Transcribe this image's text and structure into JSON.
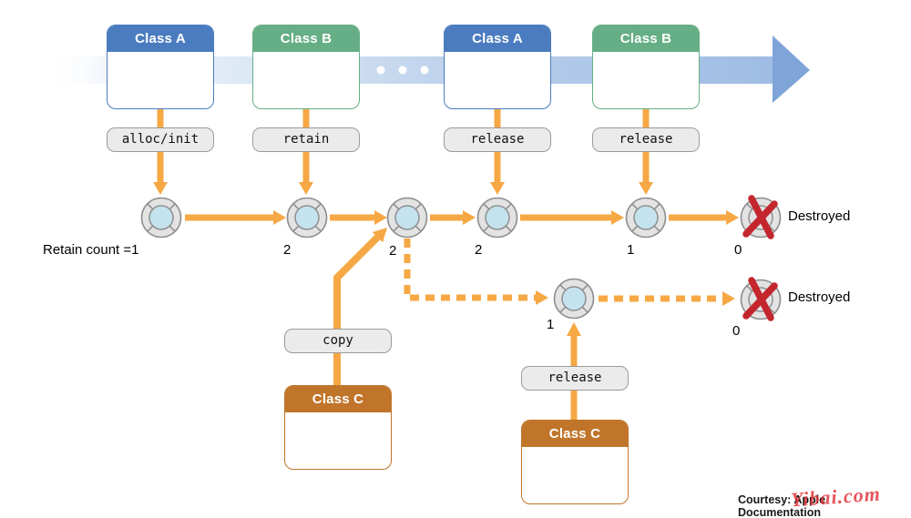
{
  "colors": {
    "class_a_blue": "#4A7CBF",
    "class_b_green": "#66AE85",
    "class_c_brown": "#C0752B",
    "arrow_orange": "#F6A844",
    "timeline_band_blue": "#9FBCE4",
    "timeline_arrowhead_blue": "#7FA5D8",
    "object_icon_gray": "#E3E3E3",
    "object_icon_center_blue": "#C4E3EF",
    "destroyed_x_red": "#C4262E",
    "op_label_gray": "#EBEBEB"
  },
  "class_boxes": {
    "a1": "Class A",
    "b1": "Class B",
    "a2": "Class A",
    "b2": "Class B",
    "c1": "Class C",
    "c2": "Class C"
  },
  "operations": {
    "op1": "alloc/init",
    "op2": "retain",
    "op3": "release",
    "op4": "release",
    "op5": "copy",
    "op6": "release"
  },
  "counts": {
    "start": "Retain count =1",
    "after_retain": "2",
    "after_dots": "2",
    "after_release_a": "2",
    "after_release_b": "1",
    "destroyed_main": "0",
    "copy_object": "1",
    "copy_destroyed": "0"
  },
  "labels": {
    "destroyed_main": "Destroyed",
    "destroyed_copy": "Destroyed"
  },
  "footer": {
    "courtesy": "Courtesy: Apple Documentation",
    "watermark": "Yibai.com"
  }
}
